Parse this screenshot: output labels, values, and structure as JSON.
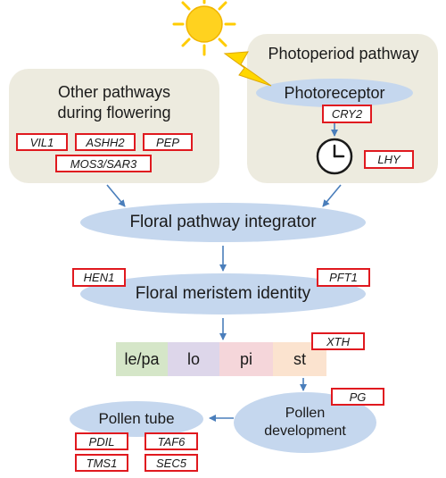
{
  "colors": {
    "panel": "#edebdf",
    "node": "#c5d7ee",
    "gene_border": "#e0191f",
    "arrow": "#4a7ebb",
    "sun": "#ffcc00",
    "lightning": "#ffd700",
    "whorl_le_pa": "#d5e6c8",
    "whorl_lo": "#ddd6ea",
    "whorl_pi": "#f5d6da",
    "whorl_st": "#fbe3cf"
  },
  "icons": [
    "sun-icon",
    "lightning-icon",
    "clock-icon"
  ],
  "photoperiod": {
    "title": "Photoperiod pathway",
    "photoreceptor": "Photoreceptor",
    "genes": {
      "cry2": "CRY2",
      "lhy": "LHY"
    }
  },
  "other_pathways": {
    "title_line1": "Other pathways",
    "title_line2": "during flowering",
    "genes": {
      "vil1": "VIL1",
      "ashh2": "ASHH2",
      "pep": "PEP",
      "mos3": "MOS3/SAR3"
    }
  },
  "integrator": {
    "label": "Floral pathway integrator"
  },
  "meristem": {
    "label": "Floral meristem identity",
    "genes": {
      "hen1": "HEN1",
      "pft1": "PFT1"
    }
  },
  "whorls": {
    "le_pa": "le/pa",
    "lo": "lo",
    "pi": "pi",
    "st": "st",
    "gene_xth": "XTH"
  },
  "pollen_dev": {
    "line1": "Pollen",
    "line2": "development",
    "gene_pg": "PG"
  },
  "pollen_tube": {
    "label": "Pollen tube",
    "genes": {
      "pdil": "PDIL",
      "taf6": "TAF6",
      "tms1": "TMS1",
      "sec5": "SEC5"
    }
  }
}
